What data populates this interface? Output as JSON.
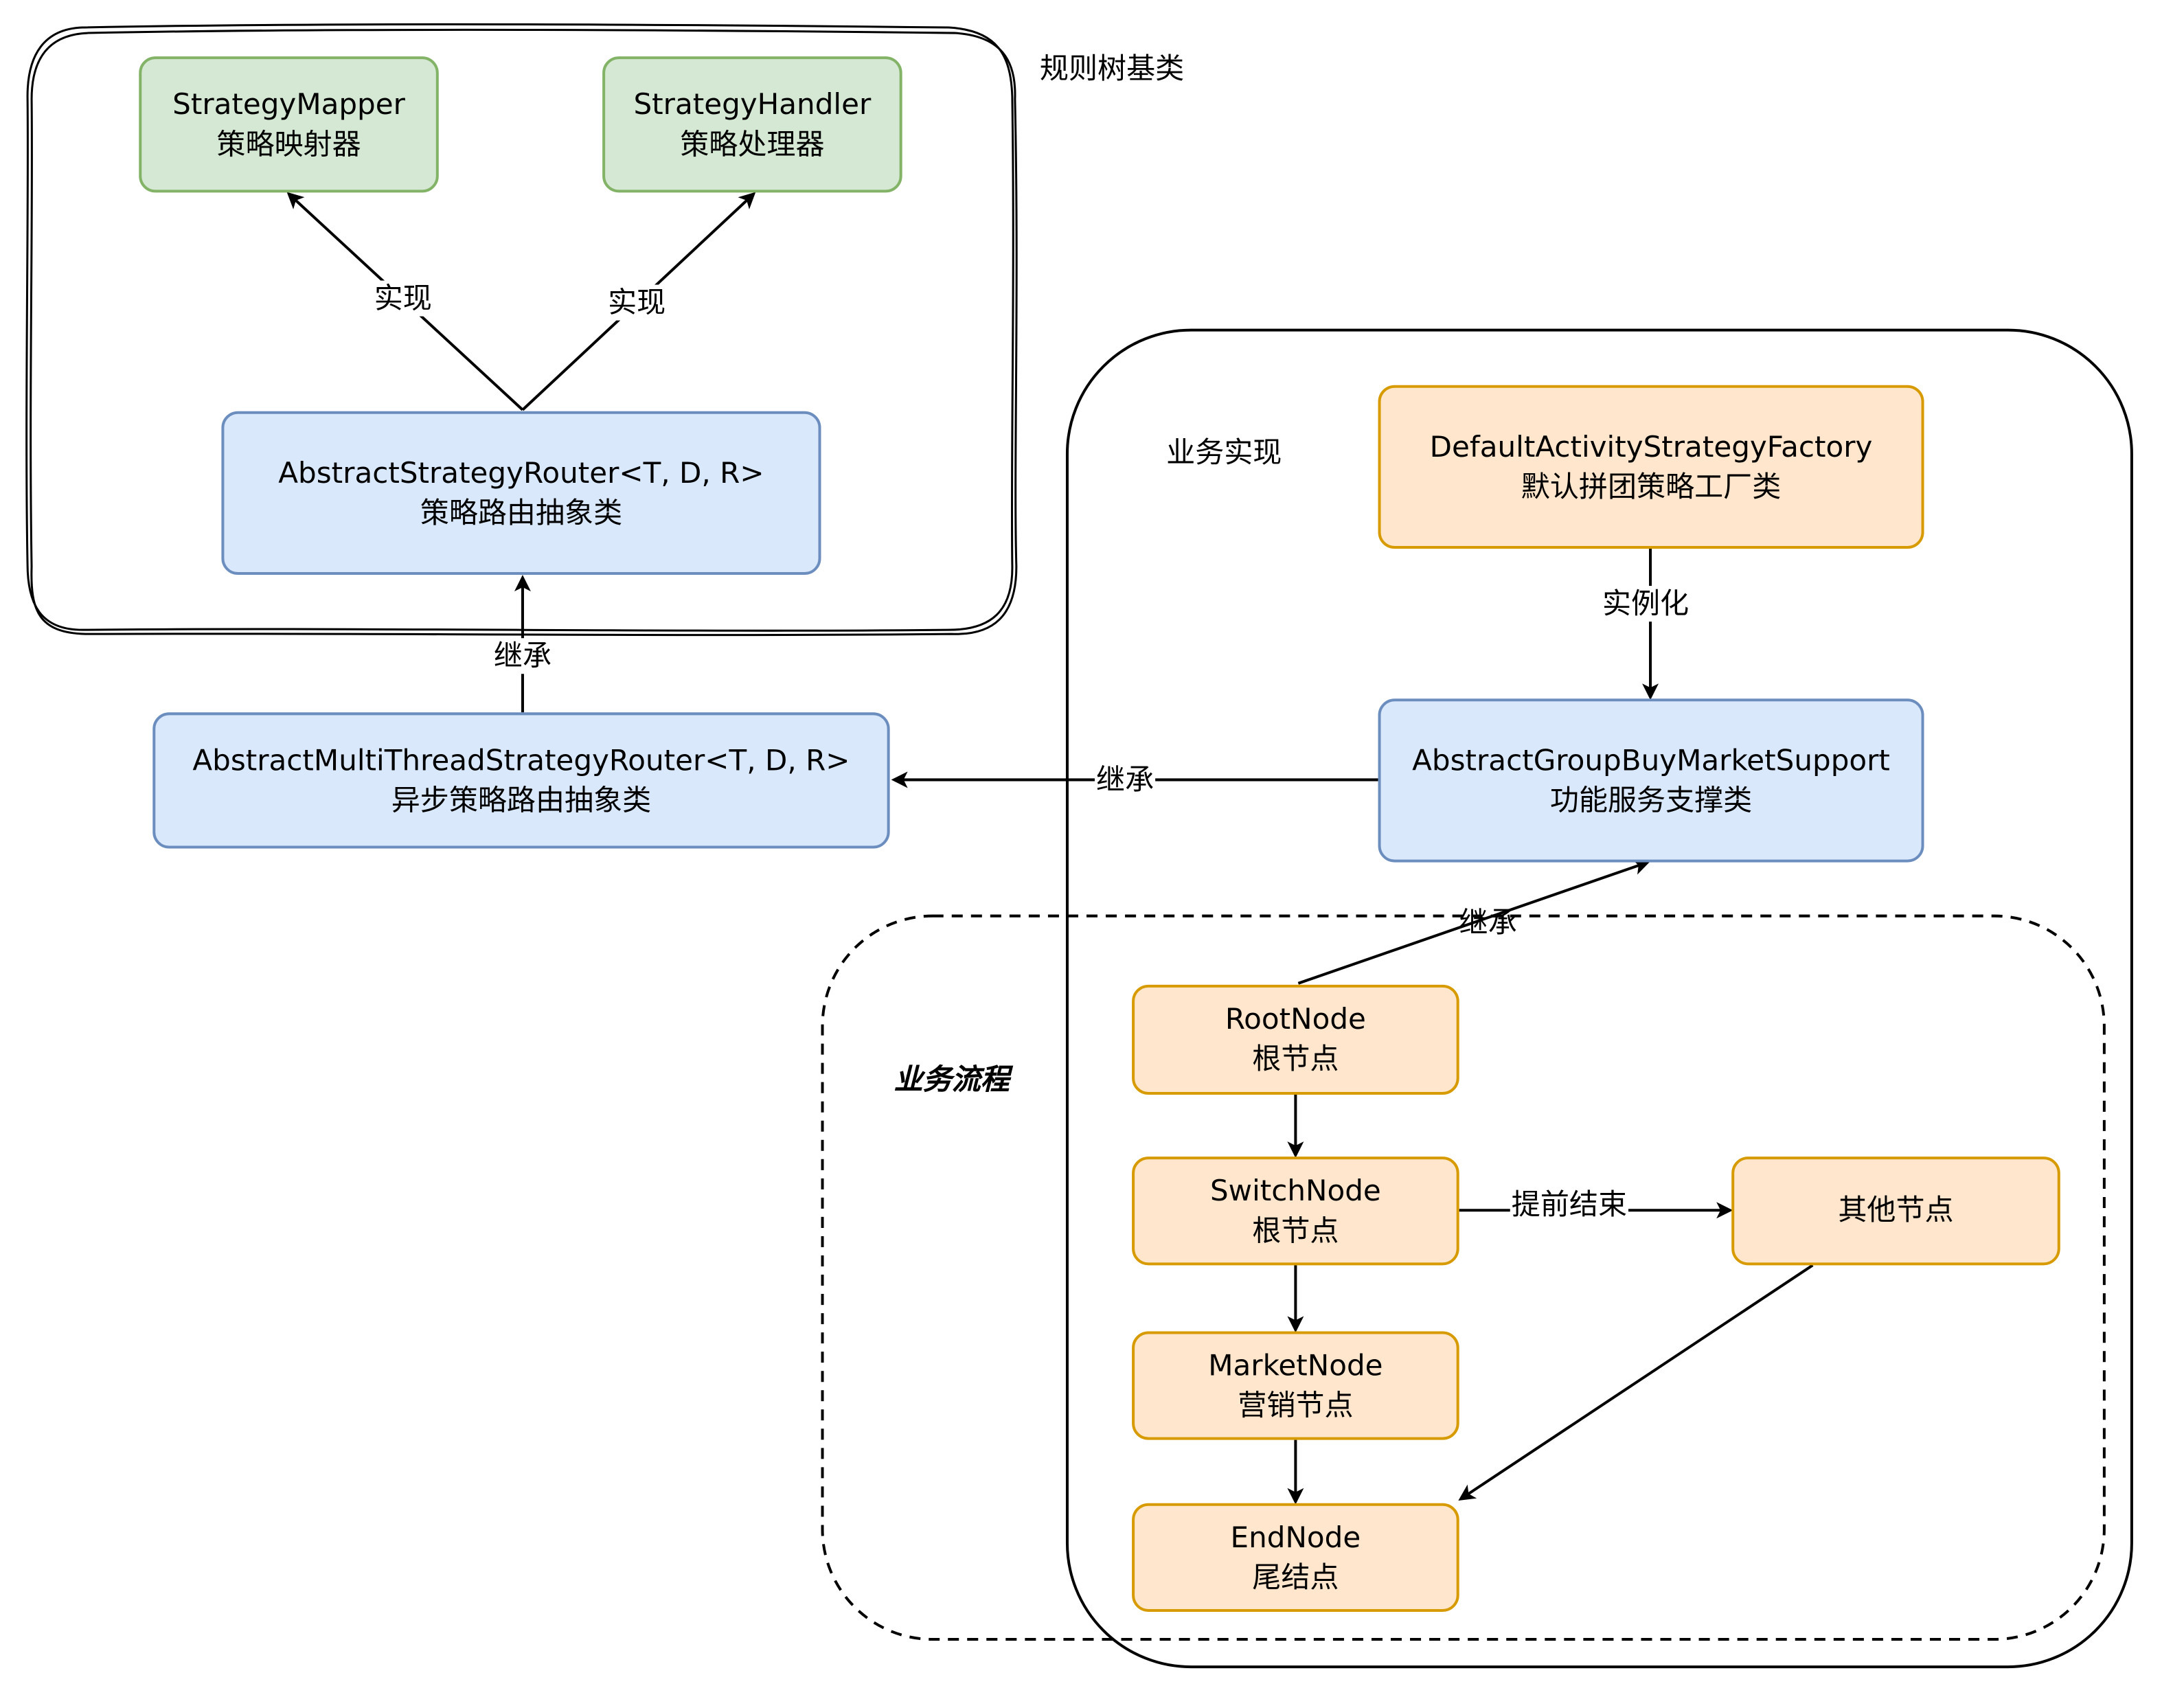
{
  "groups": {
    "rule_tree_base": "规则树基类",
    "business_impl": "业务实现",
    "business_flow": "业务流程"
  },
  "nodes": {
    "strategy_mapper": {
      "line1": "StrategyMapper",
      "line2": "策略映射器"
    },
    "strategy_handler": {
      "line1": "StrategyHandler",
      "line2": "策略处理器"
    },
    "abstract_strategy_router": {
      "line1": "AbstractStrategyRouter<T, D, R>",
      "line2": "策略路由抽象类"
    },
    "abstract_multi_thread_router": {
      "line1": "AbstractMultiThreadStrategyRouter<T, D, R>",
      "line2": "异步策略路由抽象类"
    },
    "default_activity_factory": {
      "line1": "DefaultActivityStrategyFactory",
      "line2": "默认拼团策略工厂类"
    },
    "abstract_group_buy_support": {
      "line1": "AbstractGroupBuyMarketSupport",
      "line2": "功能服务支撑类"
    },
    "root_node": {
      "line1": "RootNode",
      "line2": "根节点"
    },
    "switch_node": {
      "line1": "SwitchNode",
      "line2": "根节点"
    },
    "market_node": {
      "line1": "MarketNode",
      "line2": "营销节点"
    },
    "end_node": {
      "line1": "EndNode",
      "line2": "尾结点"
    },
    "other_node": {
      "label": "其他节点"
    }
  },
  "edges": {
    "implement_left": "实现",
    "implement_right": "实现",
    "inherit_router": "继承",
    "inherit_support": "继承",
    "inherit_root": "继承",
    "instantiate": "实例化",
    "early_end": "提前结束"
  },
  "colors": {
    "green_fill": "#d5e8d4",
    "green_stroke": "#82b366",
    "blue_fill": "#dae8fc",
    "blue_stroke": "#6c8ebf",
    "orange_fill": "#ffe6cc",
    "orange_stroke": "#d79b00"
  }
}
